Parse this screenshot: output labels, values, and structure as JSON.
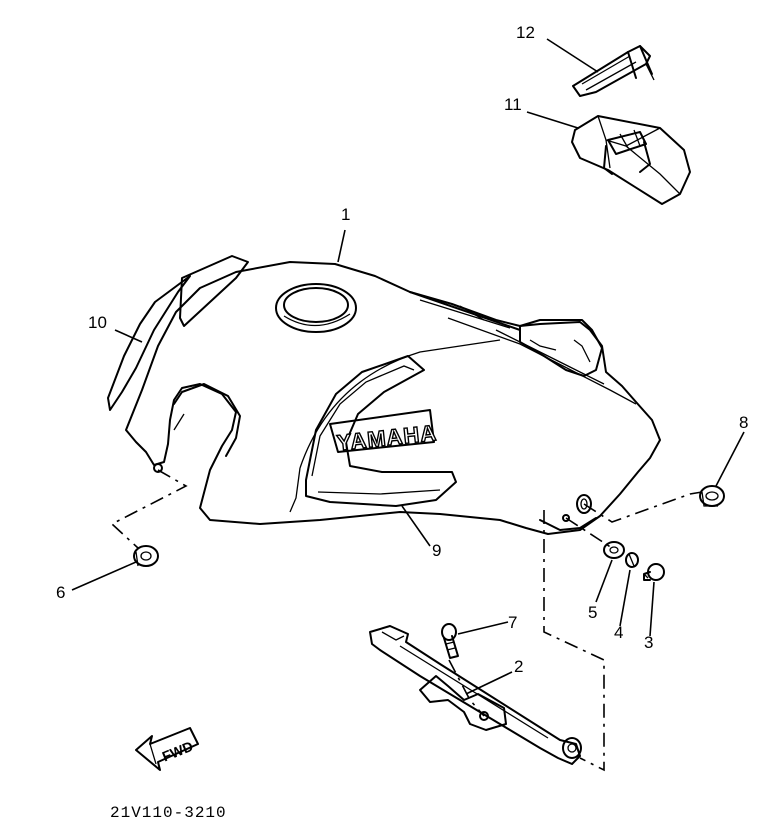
{
  "callouts": {
    "part_1": "1",
    "part_2": "2",
    "part_3": "3",
    "part_4": "4",
    "part_5": "5",
    "part_6": "6",
    "part_7": "7",
    "part_8": "8",
    "part_9": "9",
    "part_10": "10",
    "part_11": "11",
    "part_12": "12"
  },
  "emblem_text": "YAMAHA",
  "direction_arrow": "FWD",
  "drawing_code": "21V110-3210"
}
